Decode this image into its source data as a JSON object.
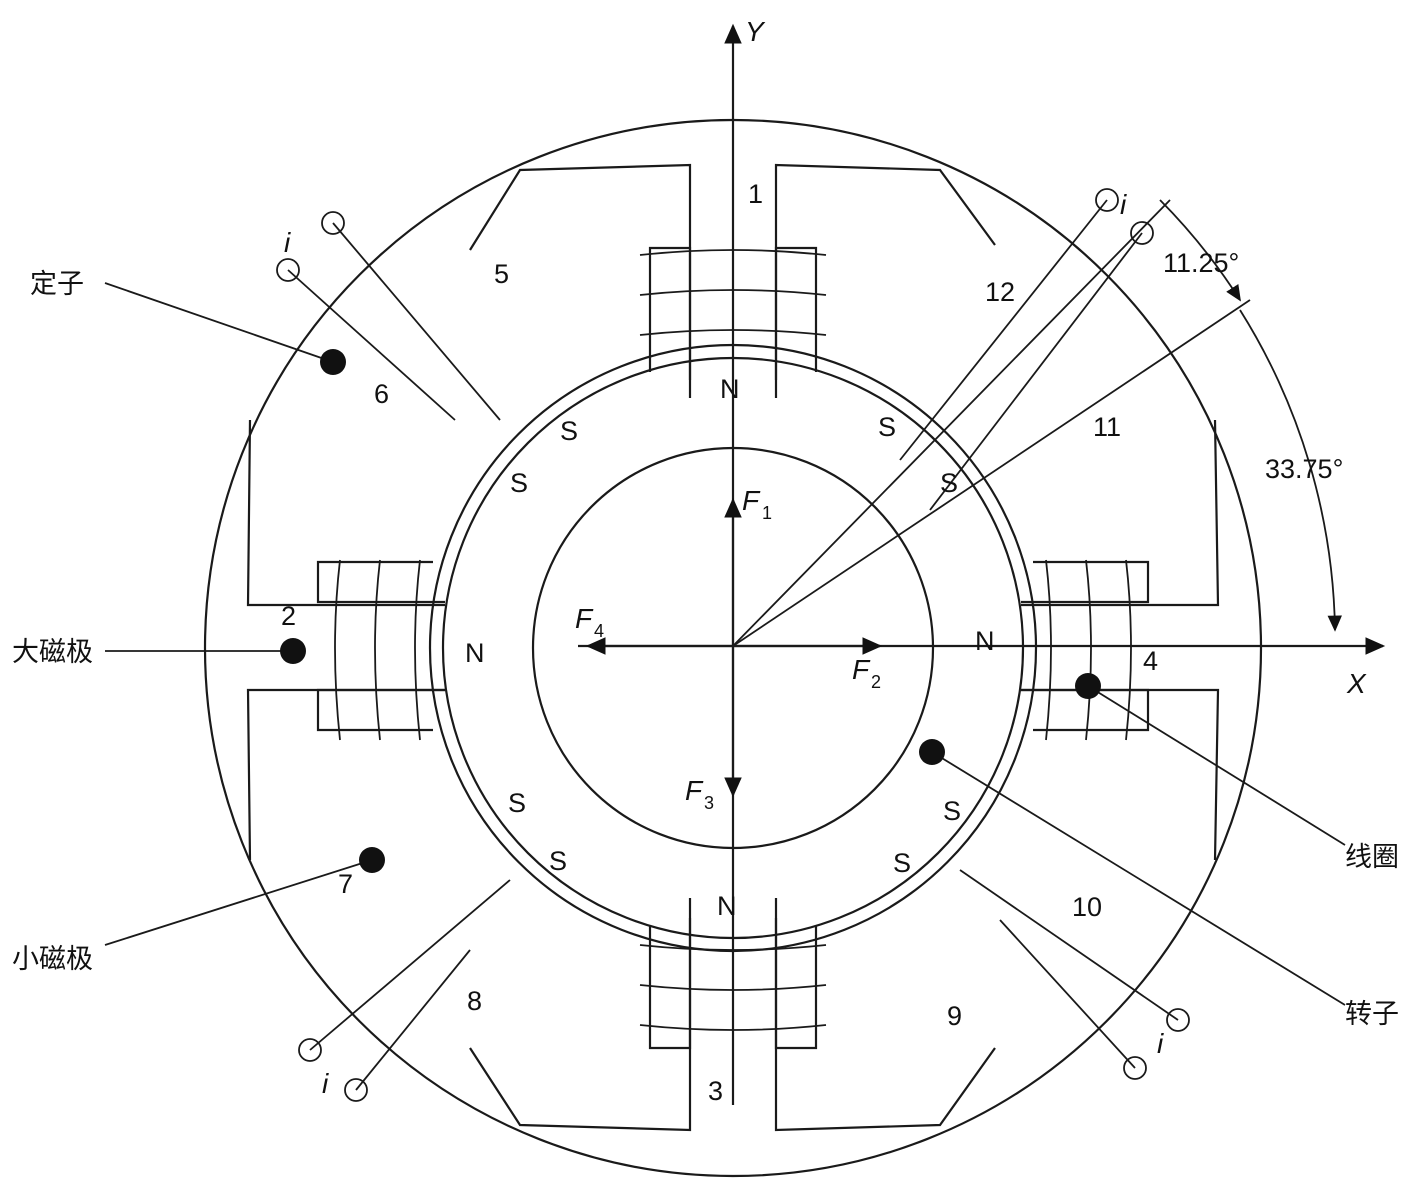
{
  "annotations": {
    "stator": "定子",
    "large_pole": "大磁极",
    "small_pole": "小磁极",
    "coil": "线圈",
    "rotor": "转子"
  },
  "pole_numbers": [
    "1",
    "2",
    "3",
    "4",
    "5",
    "6",
    "7",
    "8",
    "9",
    "10",
    "11",
    "12"
  ],
  "polarity": {
    "n": "N",
    "s": "S"
  },
  "axes": {
    "x": "X",
    "y": "Y"
  },
  "forces": {
    "f": "F",
    "f1_sub": "1",
    "f2_sub": "2",
    "f3_sub": "3",
    "f4_sub": "4"
  },
  "current": "i",
  "angles": {
    "small": "11.25°",
    "large": "33.75°"
  }
}
